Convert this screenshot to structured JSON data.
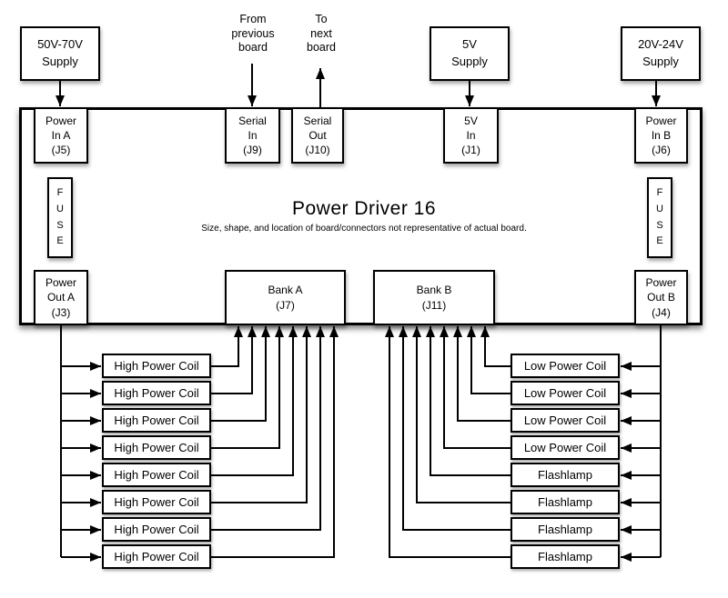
{
  "diagram": {
    "title": "Power Driver 16",
    "subtitle": "Size, shape, and location of board/connectors not representative of actual board."
  },
  "supplies": {
    "main_a": "50V-70V\nSupply",
    "logic": "5V\nSupply",
    "main_b": "20V-24V\nSupply"
  },
  "annotations": {
    "from_previous": "From\nprevious\nboard",
    "to_next": "To\nnext\nboard"
  },
  "connectors": {
    "power_in_a": "Power\nIn A\n(J5)",
    "serial_in": "Serial\nIn\n(J9)",
    "serial_out": "Serial\nOut\n(J10)",
    "five_v_in": "5V\nIn\n(J1)",
    "power_in_b": "Power\nIn B\n(J6)",
    "fuse_a": "F\nU\nS\nE",
    "fuse_b": "F\nU\nS\nE",
    "power_out_a": "Power\nOut A\n(J3)",
    "bank_a": "Bank A\n(J7)",
    "bank_b": "Bank B\n(J11)",
    "power_out_b": "Power\nOut B\n(J4)"
  },
  "left_column": [
    "High Power Coil",
    "High Power Coil",
    "High Power Coil",
    "High Power Coil",
    "High Power Coil",
    "High Power Coil",
    "High Power Coil",
    "High Power Coil"
  ],
  "right_column": [
    "Low Power Coil",
    "Low Power Coil",
    "Low Power Coil",
    "Low Power Coil",
    "Flashlamp",
    "Flashlamp",
    "Flashlamp",
    "Flashlamp"
  ],
  "colors": {
    "line": "#000000",
    "box_fill": "#ffffff",
    "text": "#000000"
  }
}
